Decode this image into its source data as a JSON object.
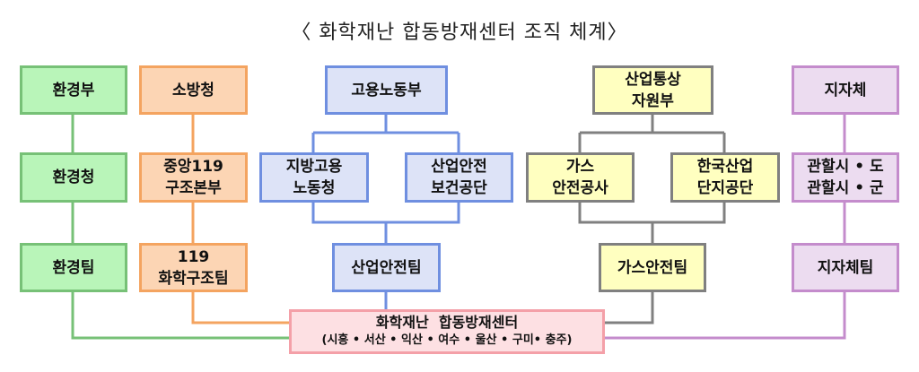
{
  "title": "〈 화학재난 합동방재센터 조직 체계〉",
  "columns": {
    "environment": [
      "환경부",
      "환경청",
      "환경팀"
    ],
    "fire": [
      "소방청",
      [
        "중앙119",
        "구조본부"
      ],
      [
        "119",
        "화학구조팀"
      ]
    ],
    "labor": {
      "top": "고용노동부",
      "mid_left": [
        "지방고용",
        "노동청"
      ],
      "mid_right": [
        "산업안전",
        "보건공단"
      ],
      "bottom": "산업안전팀"
    },
    "industry": {
      "top": [
        "산업통상",
        "자원부"
      ],
      "mid_left": [
        "가스",
        "안전공사"
      ],
      "mid_right": [
        "한국산업",
        "단지공단"
      ],
      "bottom": "가스안전팀"
    },
    "local": [
      "지자체",
      [
        "관할시 • 도",
        "관할시 • 군"
      ],
      "지자체팀"
    ]
  },
  "center": {
    "name": "화학재난  합동방재센터",
    "locations": "(시흥 • 서산 • 익산 • 여수 • 울산 • 구미• 충주)"
  },
  "colors": {
    "green": "#77c177",
    "orange": "#f4a460",
    "blue": "#6f8fe0",
    "gray": "#808080",
    "purple": "#c48ccc",
    "pink": "#f4a0a8"
  }
}
